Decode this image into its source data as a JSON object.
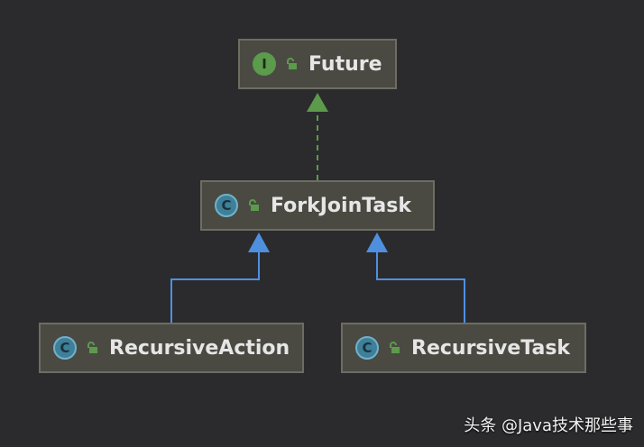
{
  "nodes": [
    {
      "id": "future",
      "kind": "interface",
      "badge": "I",
      "label": "Future"
    },
    {
      "id": "forkjointask",
      "kind": "class",
      "badge": "C",
      "label": "ForkJoinTask"
    },
    {
      "id": "recursiveaction",
      "kind": "class",
      "badge": "C",
      "label": "RecursiveAction"
    },
    {
      "id": "recursivetask",
      "kind": "class",
      "badge": "C",
      "label": "RecursiveTask"
    }
  ],
  "edges": [
    {
      "from": "forkjointask",
      "to": "future",
      "relation": "implements",
      "style": "dashed",
      "color": "#5c9a4c"
    },
    {
      "from": "recursiveaction",
      "to": "forkjointask",
      "relation": "extends",
      "style": "solid",
      "color": "#4f8fe0"
    },
    {
      "from": "recursivetask",
      "to": "forkjointask",
      "relation": "extends",
      "style": "solid",
      "color": "#4f8fe0"
    }
  ],
  "colors": {
    "background": "#2b2b2d",
    "node_fill": "#4a4a43",
    "node_border": "#6d6d64",
    "interface_badge": "#5c9a4c",
    "class_badge": "#3f7f98",
    "lock_icon": "#5c9a4c"
  },
  "watermark": "头条 @Java技术那些事"
}
